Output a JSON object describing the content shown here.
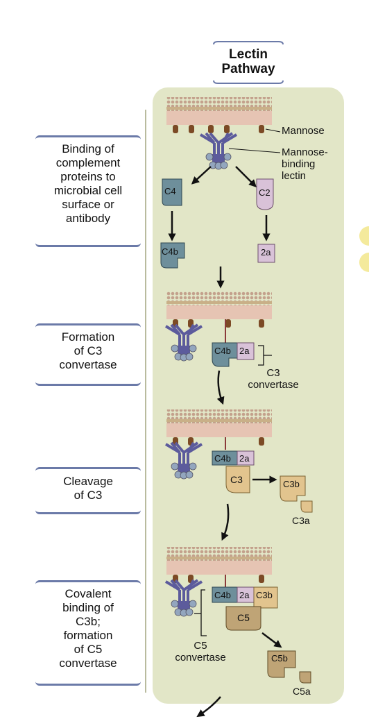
{
  "header": {
    "line1": "Lectin",
    "line2": "Pathway"
  },
  "steps": [
    {
      "lines": [
        "Binding of",
        "complement",
        "proteins to",
        "microbial cell",
        "surface or",
        "antibody"
      ]
    },
    {
      "lines": [
        "Formation",
        "of C3",
        "convertase"
      ]
    },
    {
      "lines": [
        "Cleavage",
        "of C3"
      ]
    },
    {
      "lines": [
        "Covalent",
        "binding of",
        "C3b;",
        "formation",
        "of C5",
        "convertase"
      ]
    }
  ],
  "annotations": {
    "mannose": "Mannose",
    "mbl_line1": "Mannose-",
    "mbl_line2": "binding",
    "mbl_line3": "lectin",
    "c3_conv_line1": "C3",
    "c3_conv_line2": "convertase",
    "c5_conv_line1": "C5",
    "c5_conv_line2": "convertase"
  },
  "proteins": {
    "c4": "C4",
    "c2": "C2",
    "c4b": "C4b",
    "2a": "2a",
    "c3": "C3",
    "c3b": "C3b",
    "c3a": "C3a",
    "c5": "C5",
    "c5b": "C5b",
    "c5a": "C5a"
  },
  "colors": {
    "panel": "#e2e6c7",
    "membrane_top": "#c6a98f",
    "membrane_bottom": "#e7c9b8",
    "lectin": "#5c5b9c",
    "c4b": "#6e8f9b",
    "c2": "#d9c2d8",
    "c3": "#e2c48e",
    "c5": "#bfa476",
    "bracket": "#6b7aa8"
  }
}
